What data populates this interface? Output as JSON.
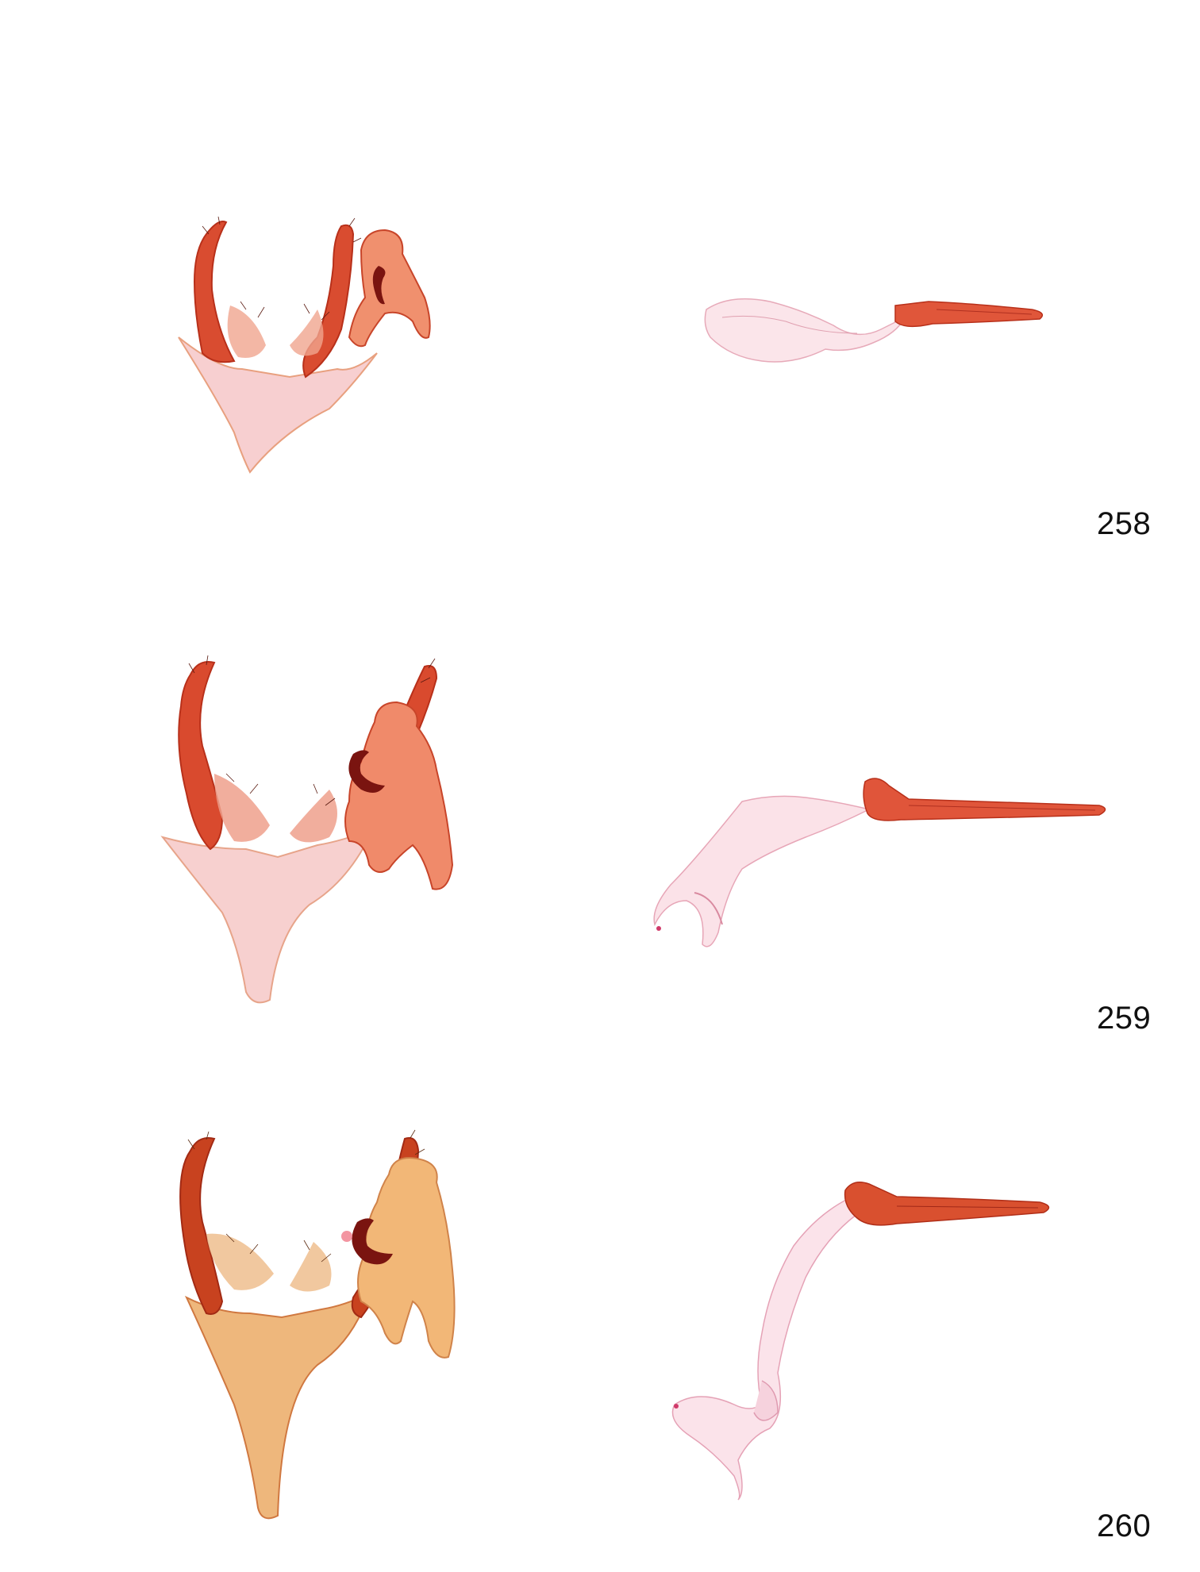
{
  "plate": {
    "figures": [
      {
        "label": "258"
      },
      {
        "label": "259"
      },
      {
        "label": "260"
      }
    ]
  },
  "colors": {
    "sclerite_dark": "#c2341c",
    "sclerite_mid": "#e2553a",
    "membrane_pink": "#f4c4c4",
    "membrane_light": "#fbe3e3",
    "tube_pink": "#e9a7b8",
    "amber_260": "#e99a55",
    "cornutus": "#7a1410",
    "label_text": "#111111"
  }
}
